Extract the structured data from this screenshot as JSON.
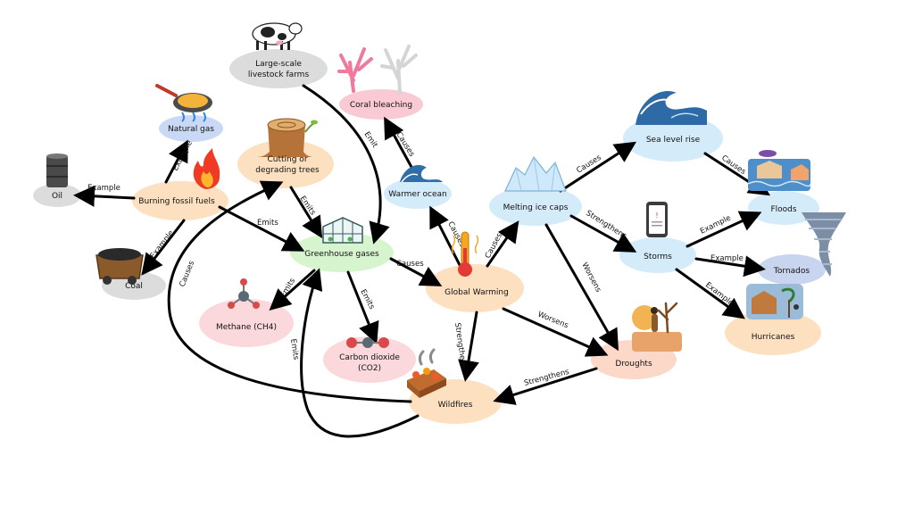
{
  "nodes": {
    "livestock": {
      "label_1": "Large-scale",
      "label_2": "livestock farms",
      "color": "#dcdcdc"
    },
    "coral": {
      "label": "Coral bleaching",
      "color": "#f9c9d4"
    },
    "natural_gas": {
      "label": "Natural gas",
      "color": "#c9d9f5"
    },
    "trees": {
      "label_1": "Cutting or",
      "label_2": "degrading trees",
      "color": "#fde0c0"
    },
    "oil": {
      "label": "Oil",
      "color": "#dcdcdc"
    },
    "fossil": {
      "label": "Burning fossil fuels",
      "color": "#fde0c0"
    },
    "coal": {
      "label": "Coal",
      "color": "#dcdcdc"
    },
    "greenhouse": {
      "label": "Greenhouse gases",
      "color": "#d6f5cf"
    },
    "warmer_ocean": {
      "label": "Warmer ocean",
      "color": "#d4ebfa"
    },
    "melting": {
      "label": "Melting ice caps",
      "color": "#d4ebfa"
    },
    "sea_level": {
      "label": "Sea level rise",
      "color": "#d4ebfa"
    },
    "floods": {
      "label": "Floods",
      "color": "#d4ebfa"
    },
    "storms": {
      "label": "Storms",
      "color": "#d4ebfa"
    },
    "tornados": {
      "label": "Tornados",
      "color": "#c9d5ef"
    },
    "hurricanes": {
      "label": "Hurricanes",
      "color": "#fde0c0"
    },
    "methane": {
      "label": "Methane (CH4)",
      "color": "#fbd8dc"
    },
    "co2": {
      "label_1": "Carbon dioxide",
      "label_2": "(CO2)",
      "color": "#fbd8dc"
    },
    "global_warming": {
      "label": "Global Warming",
      "color": "#fde0c0"
    },
    "droughts": {
      "label": "Droughts",
      "color": "#fbd8c8"
    },
    "wildfires": {
      "label": "Wildfires",
      "color": "#fde0c0"
    }
  },
  "edges": {
    "example": "Example",
    "emits": "Emits",
    "emit": "Emit",
    "causes": "Causes",
    "strengthens": "Strengthens",
    "worsens": "Worsens"
  },
  "icons": {
    "cow": "cow-icon",
    "coral": "coral-icon",
    "pan": "frying-pan-icon",
    "stump": "tree-stump-icon",
    "barrel": "oil-barrel-icon",
    "fire": "fire-icon",
    "coal_cart": "coal-cart-icon",
    "greenhouse": "greenhouse-icon",
    "wave": "wave-icon",
    "iceberg": "iceberg-icon",
    "big_wave": "big-wave-icon",
    "flood": "flood-icon",
    "phone": "phone-alert-icon",
    "tornado": "tornado-icon",
    "hurricane": "hurricane-icon",
    "methane_molecule": "methane-molecule-icon",
    "co2_molecule": "co2-molecule-icon",
    "thermometer": "thermometer-icon",
    "drought": "drought-icon",
    "wildfire": "wildfire-icon"
  }
}
